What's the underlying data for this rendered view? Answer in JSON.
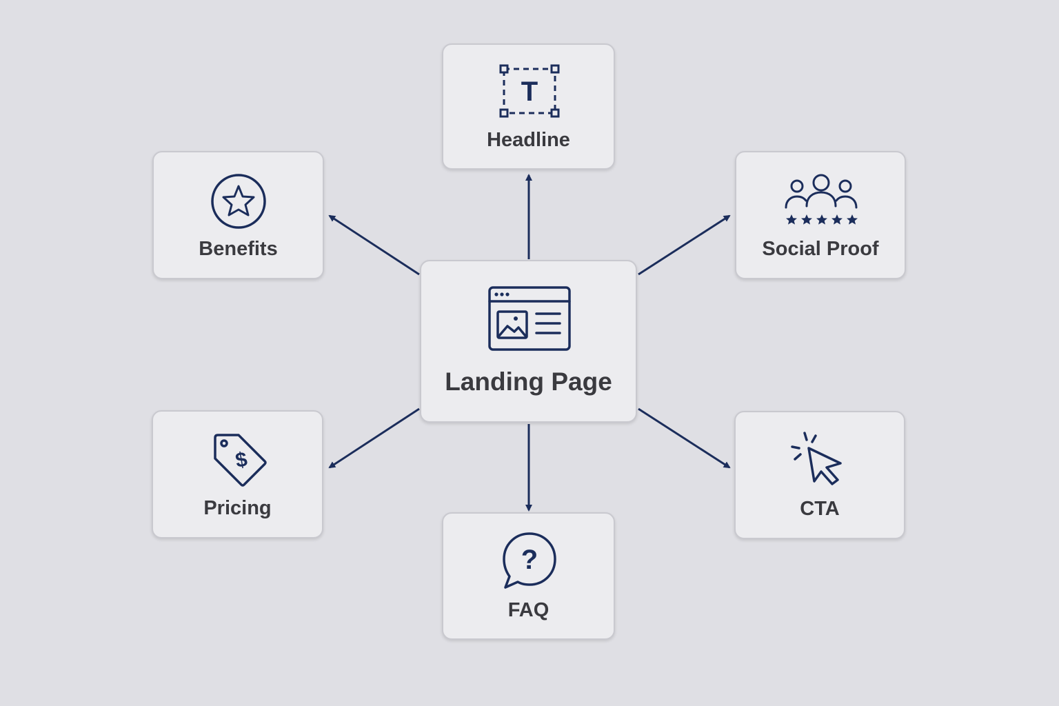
{
  "diagram": {
    "center": {
      "label": "Landing Page",
      "icon": "webpage-icon"
    },
    "nodes": [
      {
        "id": "headline",
        "label": "Headline",
        "icon": "text-box-icon"
      },
      {
        "id": "benefits",
        "label": "Benefits",
        "icon": "star-circle-icon"
      },
      {
        "id": "social-proof",
        "label": "Social Proof",
        "icon": "people-rating-icon"
      },
      {
        "id": "pricing",
        "label": "Pricing",
        "icon": "price-tag-icon"
      },
      {
        "id": "cta",
        "label": "CTA",
        "icon": "cursor-click-icon"
      },
      {
        "id": "faq",
        "label": "FAQ",
        "icon": "question-bubble-icon"
      }
    ],
    "edges": [
      {
        "from": "landing-page",
        "to": "headline"
      },
      {
        "from": "landing-page",
        "to": "benefits"
      },
      {
        "from": "landing-page",
        "to": "social-proof"
      },
      {
        "from": "landing-page",
        "to": "pricing"
      },
      {
        "from": "landing-page",
        "to": "cta"
      },
      {
        "from": "landing-page",
        "to": "faq"
      }
    ],
    "colors": {
      "background": "#dfdfe4",
      "card": "#ececef",
      "card_border": "#c9c9cf",
      "accent": "#1b2d5b",
      "text": "#3a3a3f"
    }
  }
}
